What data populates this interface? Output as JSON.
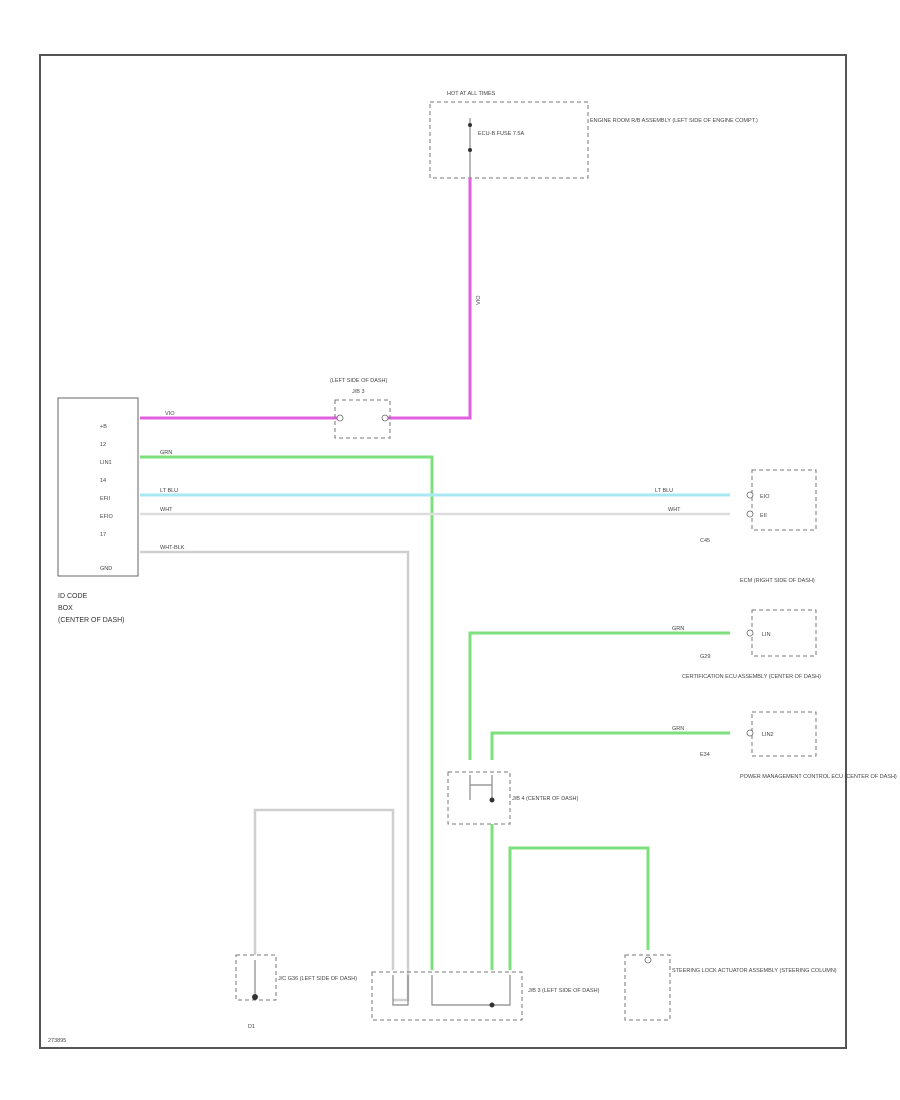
{
  "diagram": {
    "fuse_hot_label": "HOT AT ALL TIMES",
    "fuse_label": "ECU-B FUSE 7.5A",
    "fuse_location": "ENGINE ROOM R/B ASSEMBLY (LEFT SIDE OF ENGINE COMPT.)",
    "jb_left_label": "(LEFT SIDE OF DASH)",
    "jb_left_name": "J/B 3",
    "main_ecu_label": "ID CODE",
    "main_ecu_label2": "BOX",
    "main_ecu_label3": "(CENTER OF DASH)",
    "main_pins": [
      "+B",
      "12",
      "LIN1",
      "14",
      "EFII",
      "EFIO",
      "17",
      "GND"
    ],
    "wire_pink_label": "VIO",
    "wire_pink_vertical_label": "VIO",
    "wire_green_label": "GRN",
    "wire_blue_label": "LT BLU",
    "wire_white_label": "WHT",
    "wire_gray_label": "WHT-BLK",
    "ecm_label": "ECM (RIGHT SIDE OF DASH)",
    "ecm_pins": [
      "EIO",
      "EII"
    ],
    "ecm_connector": "C45",
    "cert_label": "CERTIFICATION ECU ASSEMBLY (CENTER OF DASH)",
    "cert_pin": "LIN",
    "cert_connector": "G29",
    "power_label": "POWER MANAGEMENT CONTROL ECU (CENTER OF DASH)",
    "power_pin": "LIN2",
    "power_connector": "E34",
    "jb4_label": "J/B 4 (CENTER OF DASH)",
    "jb3_bottom_label": "J/B 3 (LEFT SIDE OF DASH)",
    "ground_label": "J/C G36 (LEFT SIDE OF DASH)",
    "ground_name": "D1",
    "steering_label": "STEERING LOCK ACTUATOR ASSEMBLY (STEERING COLUMN)",
    "figure_id": "273895"
  }
}
